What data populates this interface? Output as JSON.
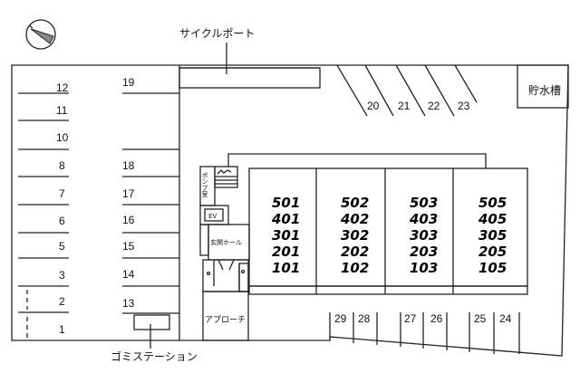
{
  "labels": {
    "cycle_port": "サイクルポート",
    "garbage_station": "ゴミステーション",
    "water_tank": "貯水槽",
    "pump_room": "ポンプ室",
    "ev": "EV",
    "entrance_hall": "玄関ホール",
    "approach": "アプローチ"
  },
  "parking": {
    "left_column": [
      "12",
      "11",
      "10",
      "8",
      "7",
      "6",
      "5",
      "3",
      "2",
      "1"
    ],
    "middle_column": [
      "19",
      "18",
      "17",
      "16",
      "15",
      "14",
      "13"
    ],
    "diagonal": [
      "20",
      "21",
      "22",
      "23"
    ],
    "bottom": [
      "29",
      "28",
      "27",
      "26",
      "25",
      "24"
    ]
  },
  "units": [
    [
      "501",
      "401",
      "301",
      "201",
      "101"
    ],
    [
      "502",
      "402",
      "302",
      "202",
      "102"
    ],
    [
      "503",
      "403",
      "303",
      "203",
      "103"
    ],
    [
      "505",
      "405",
      "305",
      "205",
      "105"
    ]
  ],
  "icons": {
    "compass": "north-arrow-icon"
  }
}
